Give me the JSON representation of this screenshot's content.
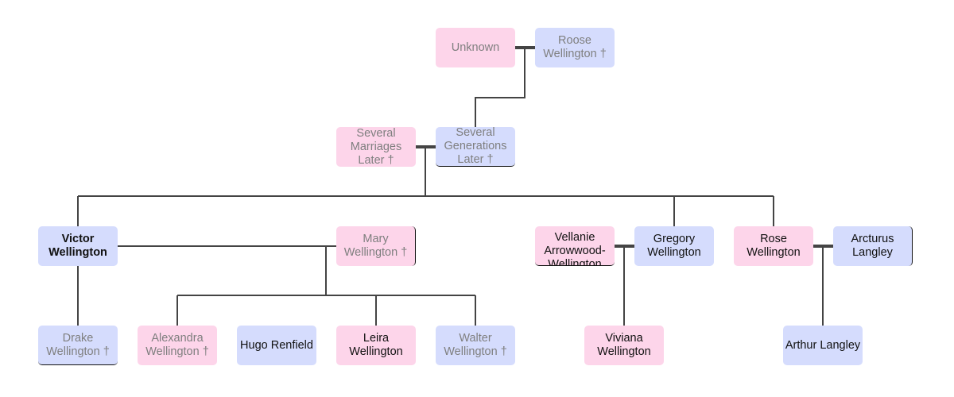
{
  "colors": {
    "female": "#fdd5ea",
    "male": "#d5dcfd",
    "line": "#444444"
  },
  "people": {
    "unknown": {
      "name": "Unknown"
    },
    "roose": {
      "name": "Roose Wellington †"
    },
    "several_marriages": {
      "name": "Several Marriages Later †"
    },
    "several_generations": {
      "name": "Several Generations Later †"
    },
    "victor": {
      "name": "Victor Wellington"
    },
    "mary": {
      "name": "Mary Wellington †"
    },
    "vellanie": {
      "name": "Vellanie Arrowwood-Wellington"
    },
    "gregory": {
      "name": "Gregory Wellington"
    },
    "rose": {
      "name": "Rose Wellington"
    },
    "arcturus": {
      "name": "Arcturus Langley"
    },
    "drake": {
      "name": "Drake Wellington †"
    },
    "alexandra": {
      "name": "Alexandra Wellington †"
    },
    "hugo": {
      "name": "Hugo Renfield"
    },
    "leira": {
      "name": "Leira Wellington"
    },
    "walter": {
      "name": "Walter Wellington †"
    },
    "viviana": {
      "name": "Viviana Wellington"
    },
    "arthur": {
      "name": "Arthur Langley"
    }
  }
}
